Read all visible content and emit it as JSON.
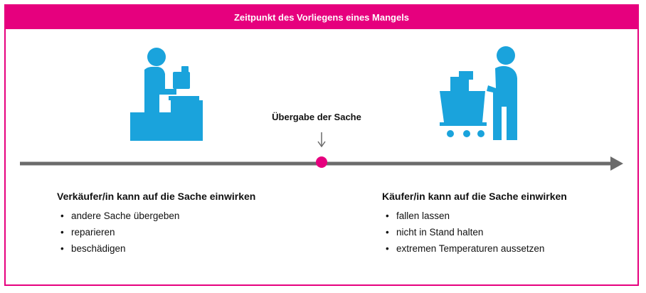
{
  "header": {
    "title": "Zeitpunkt des Vorliegens eines Mangels"
  },
  "timeline": {
    "handover_label": "Übergabe der Sache",
    "accent_color": "#e6007e",
    "line_color": "#6b6b6b",
    "icon_color": "#1aa3dc"
  },
  "seller": {
    "heading": "Verkäufer/in kann auf die Sache einwirken",
    "items": [
      "andere Sache übergeben",
      "reparieren",
      "beschädigen"
    ],
    "icon": "seller-at-counter-icon"
  },
  "buyer": {
    "heading": "Käufer/in kann auf die Sache einwirken",
    "items": [
      "fallen lassen",
      "nicht in Stand halten",
      "extremen Temperaturen aussetzen"
    ],
    "icon": "buyer-with-cart-icon"
  }
}
